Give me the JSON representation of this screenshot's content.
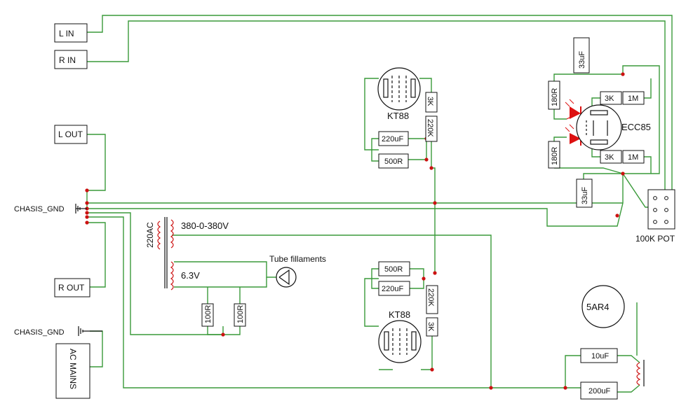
{
  "colors": {
    "wire": "#3a9a3a",
    "junction": "#cc1111",
    "component": "#111111",
    "background": "#ffffff",
    "led": "#dd1111"
  },
  "connectors": {
    "l_in": "L IN",
    "r_in": "R IN",
    "l_out": "L OUT",
    "r_out": "R OUT",
    "ac_mains": "AC MAINS"
  },
  "grounds": {
    "chassis_gnd_1": "CHASIS_GND",
    "chassis_gnd_2": "CHASIS_GND"
  },
  "transformer": {
    "primary": "220AC",
    "secondary_hv": "380-0-380V",
    "secondary_lv": "6.3V"
  },
  "filaments": {
    "label": "Tube fillaments",
    "resistor_a": "100R",
    "resistor_b": "100R"
  },
  "tubes": {
    "kt88_top": "KT88",
    "kt88_bottom": "KT88",
    "ecc85": "ECC85",
    "rectifier": "5AR4"
  },
  "kt88_top_parts": {
    "r_3k": "3K",
    "r_220k": "220K",
    "c_220uf": "220uF",
    "r_500r": "500R"
  },
  "kt88_bottom_parts": {
    "r_500r": "500R",
    "c_220uf": "220uF",
    "r_220k": "220K",
    "r_3k": "3K"
  },
  "ecc85_parts": {
    "c_33uf_top": "33uF",
    "r_180r_top": "180R",
    "r_3k_top": "3K",
    "r_1m_top": "1M",
    "r_180r_bottom": "180R",
    "r_3k_bottom": "3K",
    "r_1m_bottom": "1M",
    "c_33uf_bottom": "33uF"
  },
  "pot": {
    "label": "100K POT"
  },
  "power_supply": {
    "c_10uf": "10uF",
    "c_200uf": "200uF"
  }
}
